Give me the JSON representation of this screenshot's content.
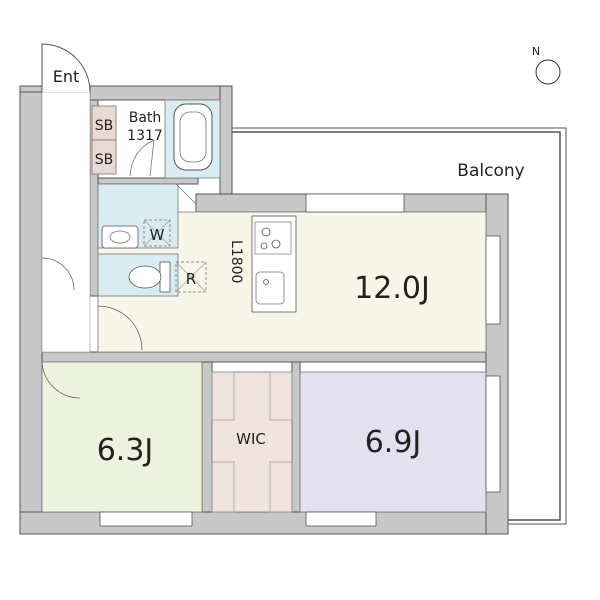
{
  "plan": {
    "entrance_label": "Ent",
    "bath_label": "Bath",
    "bath_size": "1317",
    "storage_labels": [
      "SB",
      "SB"
    ],
    "washer_label": "W",
    "fridge_label": "R",
    "kitchen_size": "L1800",
    "balcony_label": "Balcony",
    "wic_label": "WIC",
    "rooms": [
      {
        "label": "12.0J",
        "color": "#f7f6e8"
      },
      {
        "label": "6.3J",
        "color": "#eef3e0"
      },
      {
        "label": "6.9J",
        "color": "#e3e0ef"
      }
    ],
    "compass_label": "N",
    "colors": {
      "wall": "#c8c8c8",
      "wall_stroke": "#555555",
      "bath": "#d9ecf2",
      "storage": "#e9d9d5",
      "wic": "#f0e4dc"
    }
  }
}
